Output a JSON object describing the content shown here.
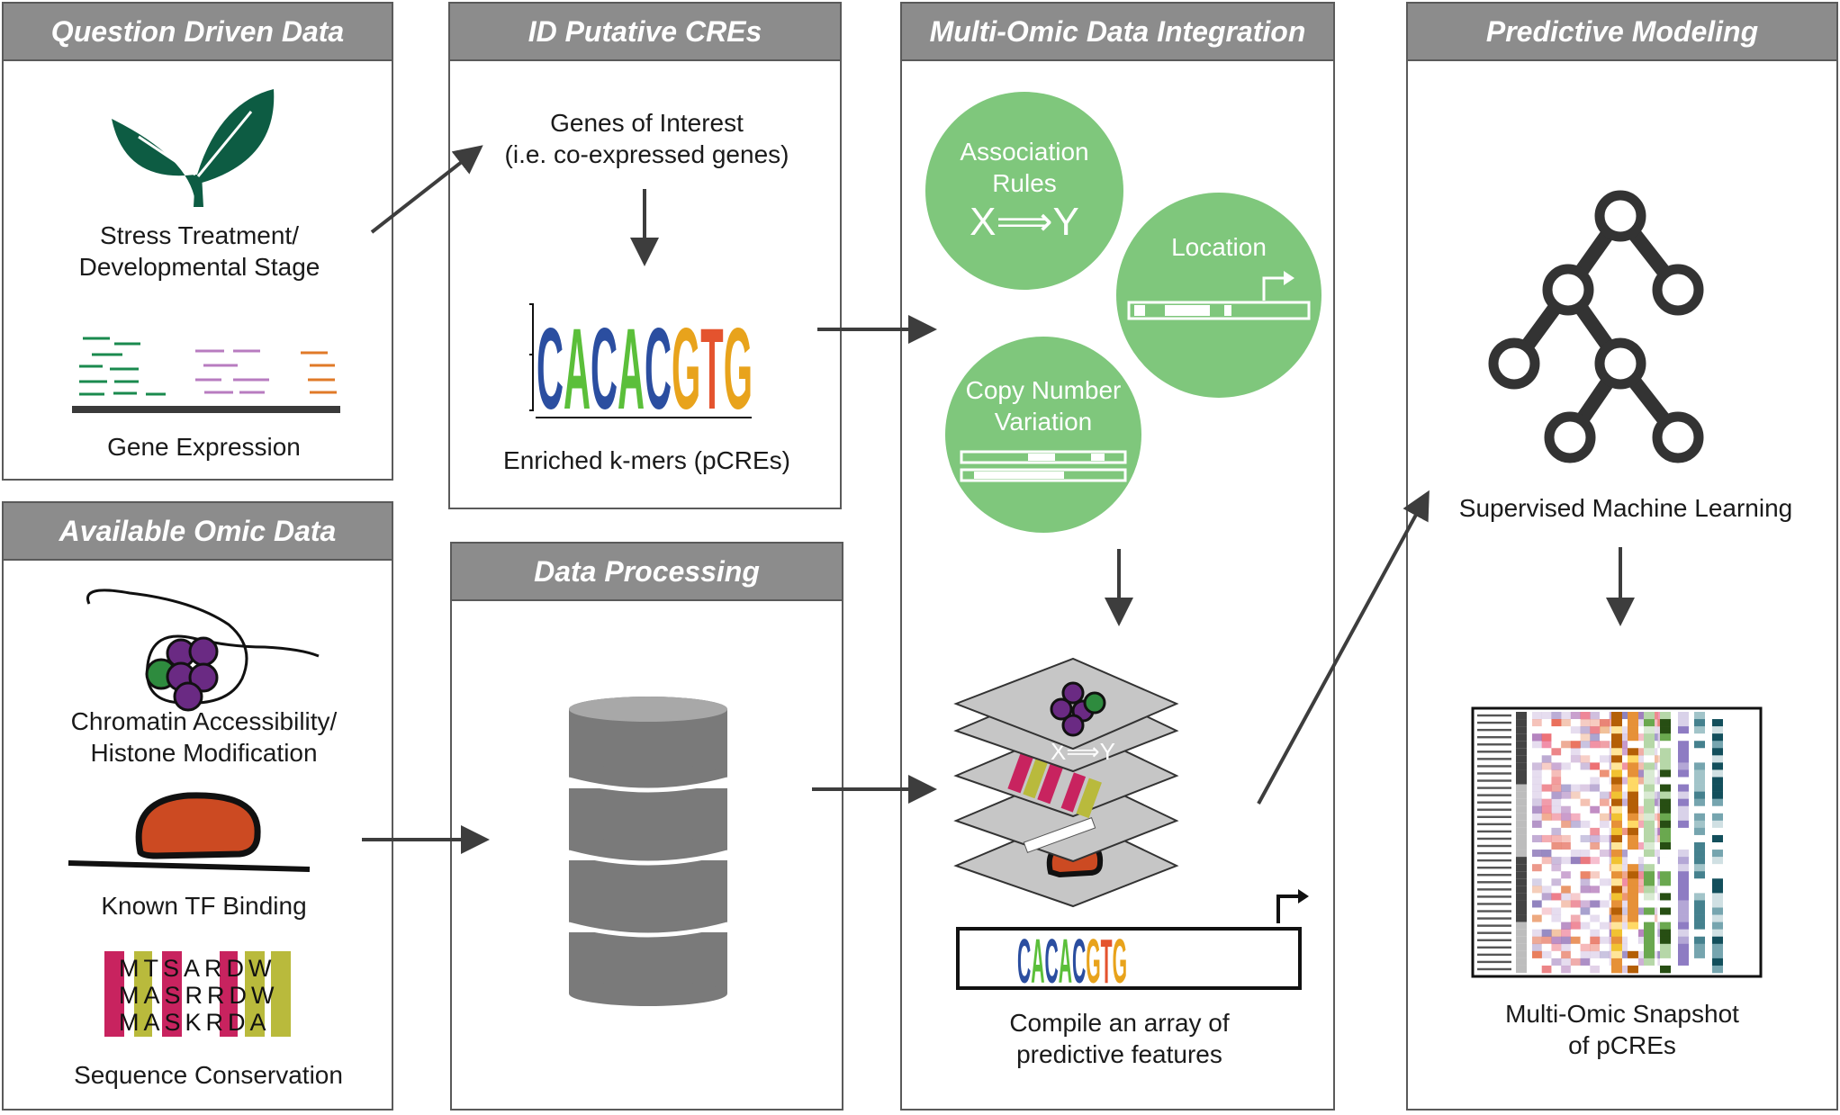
{
  "panels": {
    "question": {
      "title": "Question Driven Data",
      "stress_label": "Stress Treatment/\nDevelopmental Stage",
      "expression_label": "Gene Expression"
    },
    "omic": {
      "title": "Available Omic Data",
      "chromatin_label": "Chromatin Accessibility/\nHistone Modification",
      "tf_label": "Known TF Binding",
      "conservation_label": "Sequence Conservation",
      "alignment_rows": [
        "MTSARDW",
        "MASRRDW",
        "MASKRDA"
      ]
    },
    "putative": {
      "title": "ID Putative CREs",
      "genes_label": "Genes of Interest\n(i.e. co-expressed genes)",
      "motif": "CACACGTG",
      "kmers_label": "Enriched k-mers (pCREs)"
    },
    "processing": {
      "title": "Data Processing"
    },
    "integration": {
      "title": "Multi-Omic Data Integration",
      "assoc_label": "Association\nRules",
      "assoc_symbol": "X⟹Y",
      "location_label": "Location",
      "cnv_label": "Copy Number\nVariation",
      "layer_symbol": "X⟹Y",
      "motif": "CACACGTG",
      "compile_label": "Compile an array of\npredictive features"
    },
    "modeling": {
      "title": "Predictive Modeling",
      "ml_label": "Supervised Machine Learning",
      "snapshot_label": "Multi-Omic Snapshot\nof pCREs"
    }
  },
  "colors": {
    "header": "#8c8c8c",
    "border": "#5a5a5a",
    "circle": "#7fc77c",
    "plant": "#0d5c43",
    "purple": "#6a2a83",
    "green_dot": "#2e8b3e",
    "tf_orange": "#cc4a22",
    "motif_C": "#2b4ea0",
    "motif_A": "#5bbf3a",
    "motif_G": "#e8a31c",
    "motif_T": "#e4532e",
    "drum": "#7a7a7a"
  }
}
